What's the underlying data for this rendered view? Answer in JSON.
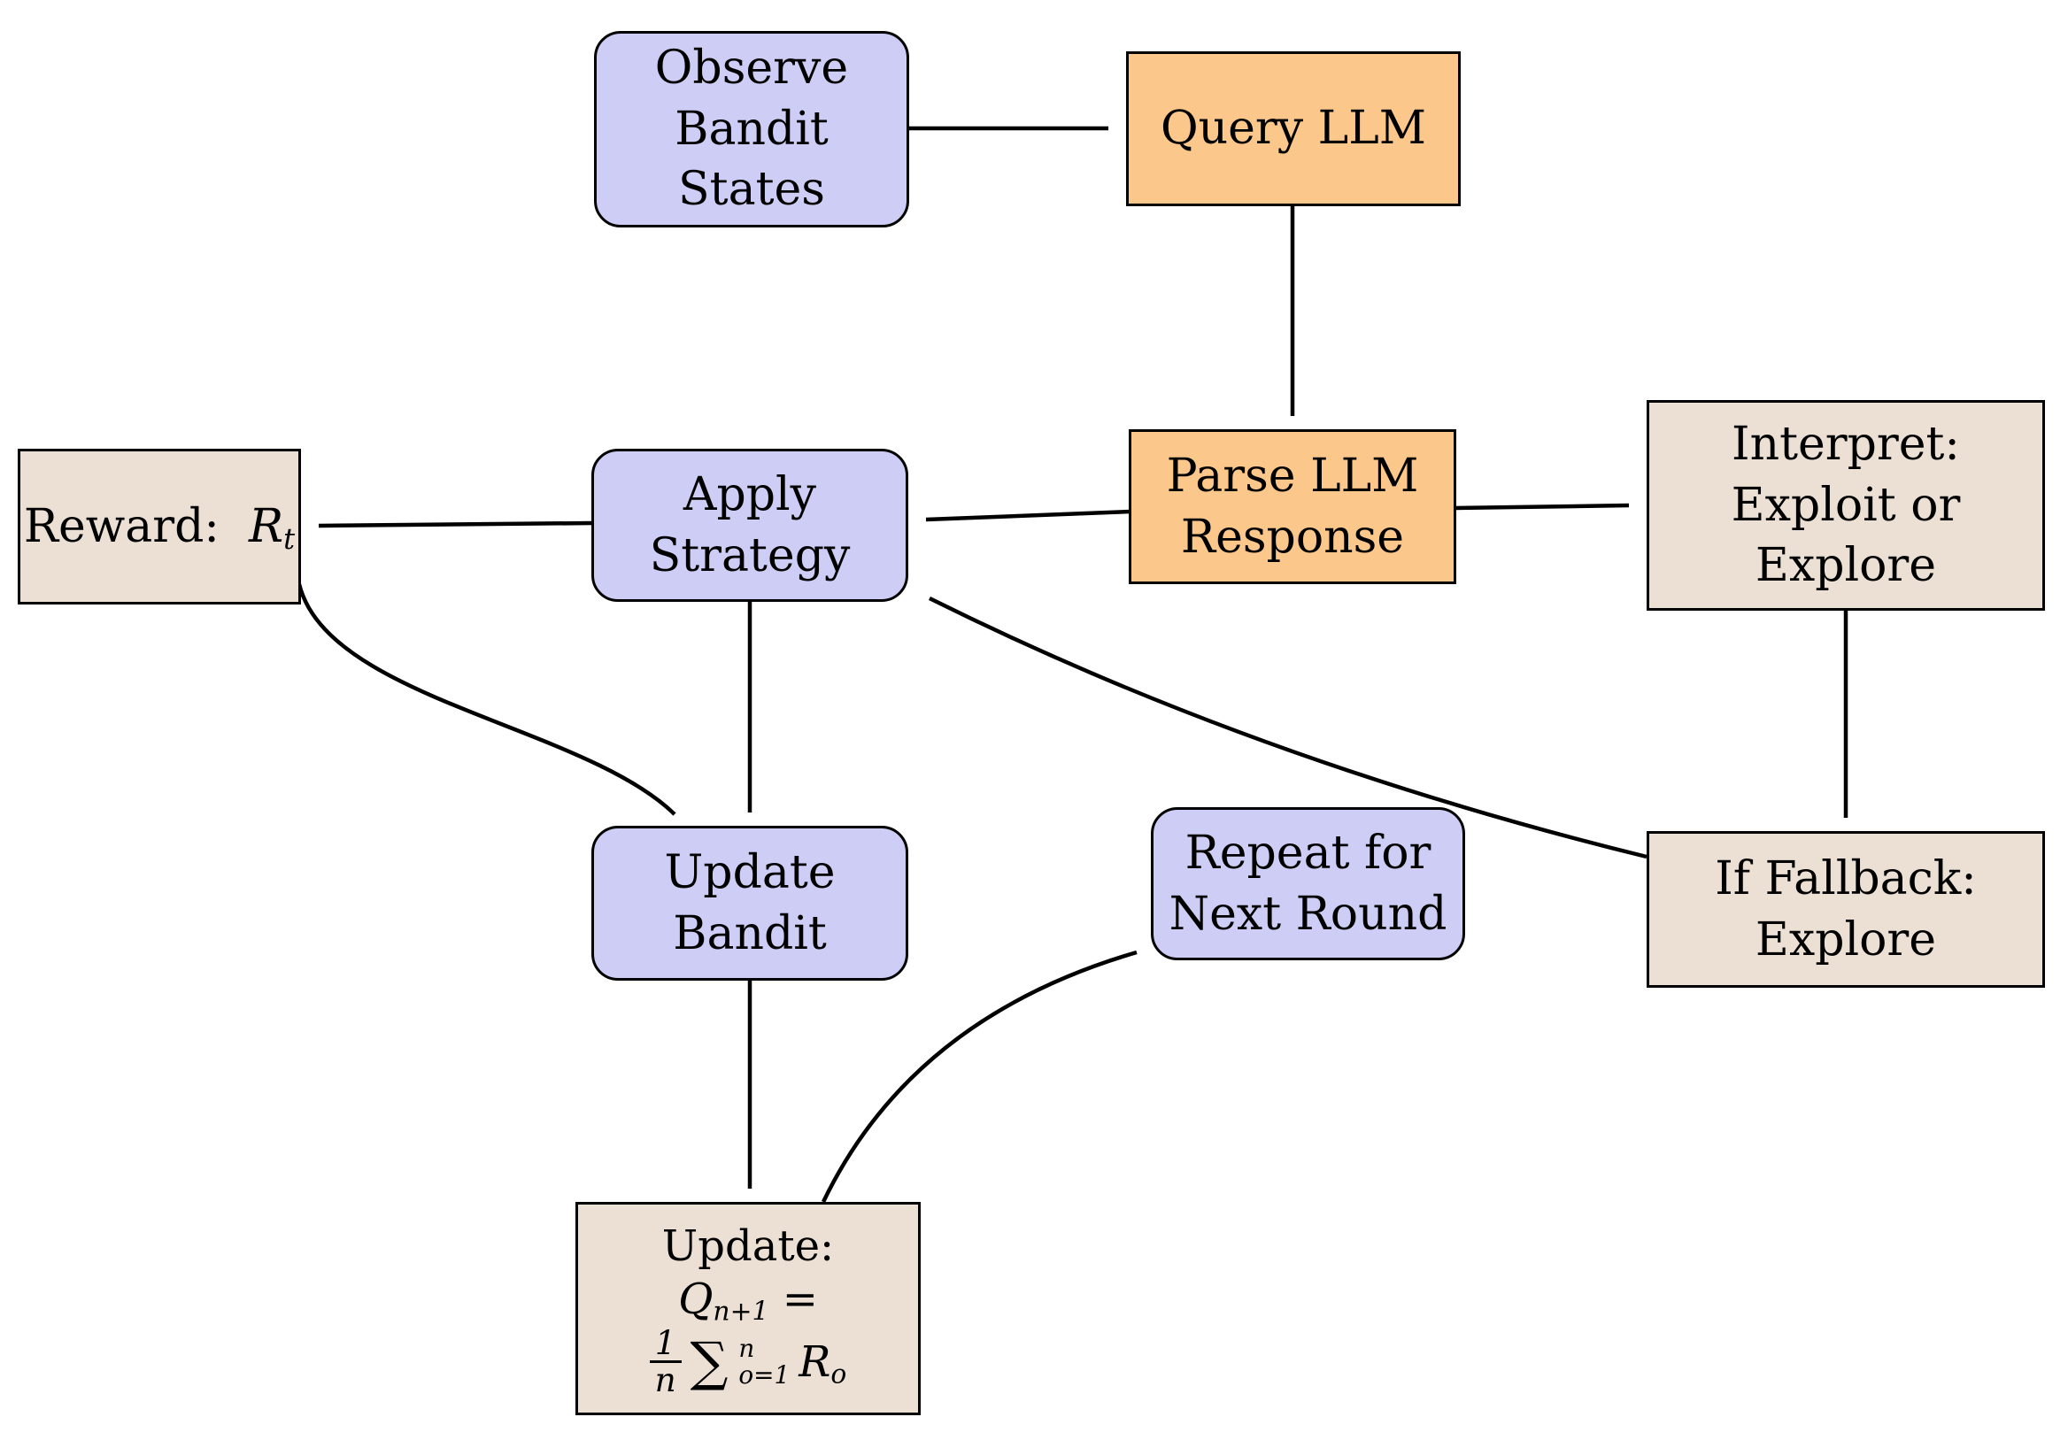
{
  "diagram": {
    "colors": {
      "process_fill": "#cdcdf6",
      "llm_fill": "#fbc78a",
      "data_fill": "#ece0d4",
      "border": "#000000",
      "arrow": "#000000",
      "background": "#ffffff"
    },
    "nodes": {
      "observe": {
        "label": "Observe Bandit States",
        "lines": [
          "Observe",
          "Bandit",
          "States"
        ]
      },
      "query": {
        "label": "Query LLM",
        "lines": [
          "Query LLM"
        ]
      },
      "parse": {
        "label": "Parse LLM Response",
        "lines": [
          "Parse LLM",
          "Response"
        ]
      },
      "interpret": {
        "label": "Interpret: Exploit or Explore",
        "lines": [
          "Interpret:",
          "Exploit or",
          "Explore"
        ]
      },
      "apply": {
        "label": "Apply Strategy",
        "lines": [
          "Apply",
          "Strategy"
        ]
      },
      "reward": {
        "prefix": "Reward:",
        "var": "R",
        "sub": "t"
      },
      "fallback": {
        "label": "If Fallback: Explore",
        "lines": [
          "If Fallback:",
          "Explore"
        ]
      },
      "update_bandit": {
        "label": "Update Bandit",
        "lines": [
          "Update",
          "Bandit"
        ]
      },
      "repeat": {
        "label": "Repeat for Next Round",
        "lines": [
          "Repeat for",
          "Next Round"
        ]
      },
      "update_q": {
        "title": "Update:",
        "lhs_var": "Q",
        "lhs_sub": "n+1",
        "equals": "=",
        "frac_num": "1",
        "frac_den": "n",
        "sum_sign": "∑",
        "sum_sup": "n",
        "sum_sub": "o=1",
        "term_var": "R",
        "term_sub": "o"
      }
    },
    "edges": [
      {
        "from": "observe-bandit-states",
        "to": "query-llm"
      },
      {
        "from": "query-llm",
        "to": "parse-llm-response"
      },
      {
        "from": "parse-llm-response",
        "to": "apply-strategy"
      },
      {
        "from": "parse-llm-response",
        "to": "interpret-exploit-or-explore"
      },
      {
        "from": "apply-strategy",
        "to": "reward"
      },
      {
        "from": "interpret-exploit-or-explore",
        "to": "if-fallback-explore"
      },
      {
        "from": "if-fallback-explore",
        "to": "apply-strategy"
      },
      {
        "from": "apply-strategy",
        "to": "update-bandit"
      },
      {
        "from": "reward",
        "to": "update-bandit"
      },
      {
        "from": "update-bandit",
        "to": "update-q-formula"
      },
      {
        "from": "update-q-formula",
        "to": "repeat-for-next-round"
      }
    ]
  }
}
